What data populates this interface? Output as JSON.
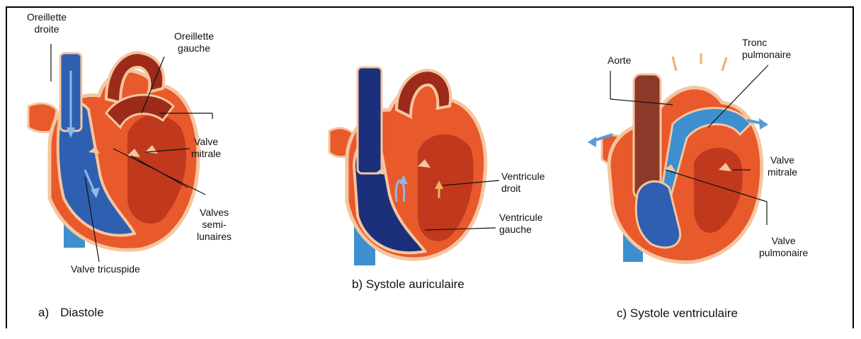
{
  "panels": [
    {
      "caption_letter": "a)",
      "caption_text": "Diastole",
      "labels": {
        "oreillette_droite": [
          "Oreillette",
          "droite"
        ],
        "oreillette_gauche": [
          "Oreillette",
          "gauche"
        ],
        "valve_mitrale": [
          "Valve",
          "mitrale"
        ],
        "valves_semilunaires": [
          "Valves",
          "semi-",
          "lunaires"
        ],
        "valve_tricuspide": "Valve tricuspide"
      }
    },
    {
      "caption": "b) Systole auriculaire",
      "labels": {
        "ventricule_droit": [
          "Ventricule",
          "droit"
        ],
        "ventricule_gauche": [
          "Ventricule",
          "gauche"
        ]
      }
    },
    {
      "caption": "c) Systole ventriculaire",
      "labels": {
        "aorte": "Aorte",
        "tronc_pulmonaire": [
          "Tronc",
          "pulmonaire"
        ],
        "valve_mitrale": [
          "Valve",
          "mitrale"
        ],
        "valve_pulmonaire": [
          "Valve",
          "pulmonaire"
        ]
      }
    }
  ],
  "colors": {
    "heart_outer": "#e8592c",
    "heart_inner": "#c0391c",
    "heart_muscle": "#9c2b1a",
    "valve_tan": "#f4c6a0",
    "deoxy_blue": "#2f5fb0",
    "deoxy_blue_dark": "#1c2f7a",
    "vein_blue": "#3d8fd0",
    "aorta_brown": "#8b3a2a",
    "flow_arrow": "#8fb8e8",
    "flow_arrow_orange": "#f0b060"
  }
}
